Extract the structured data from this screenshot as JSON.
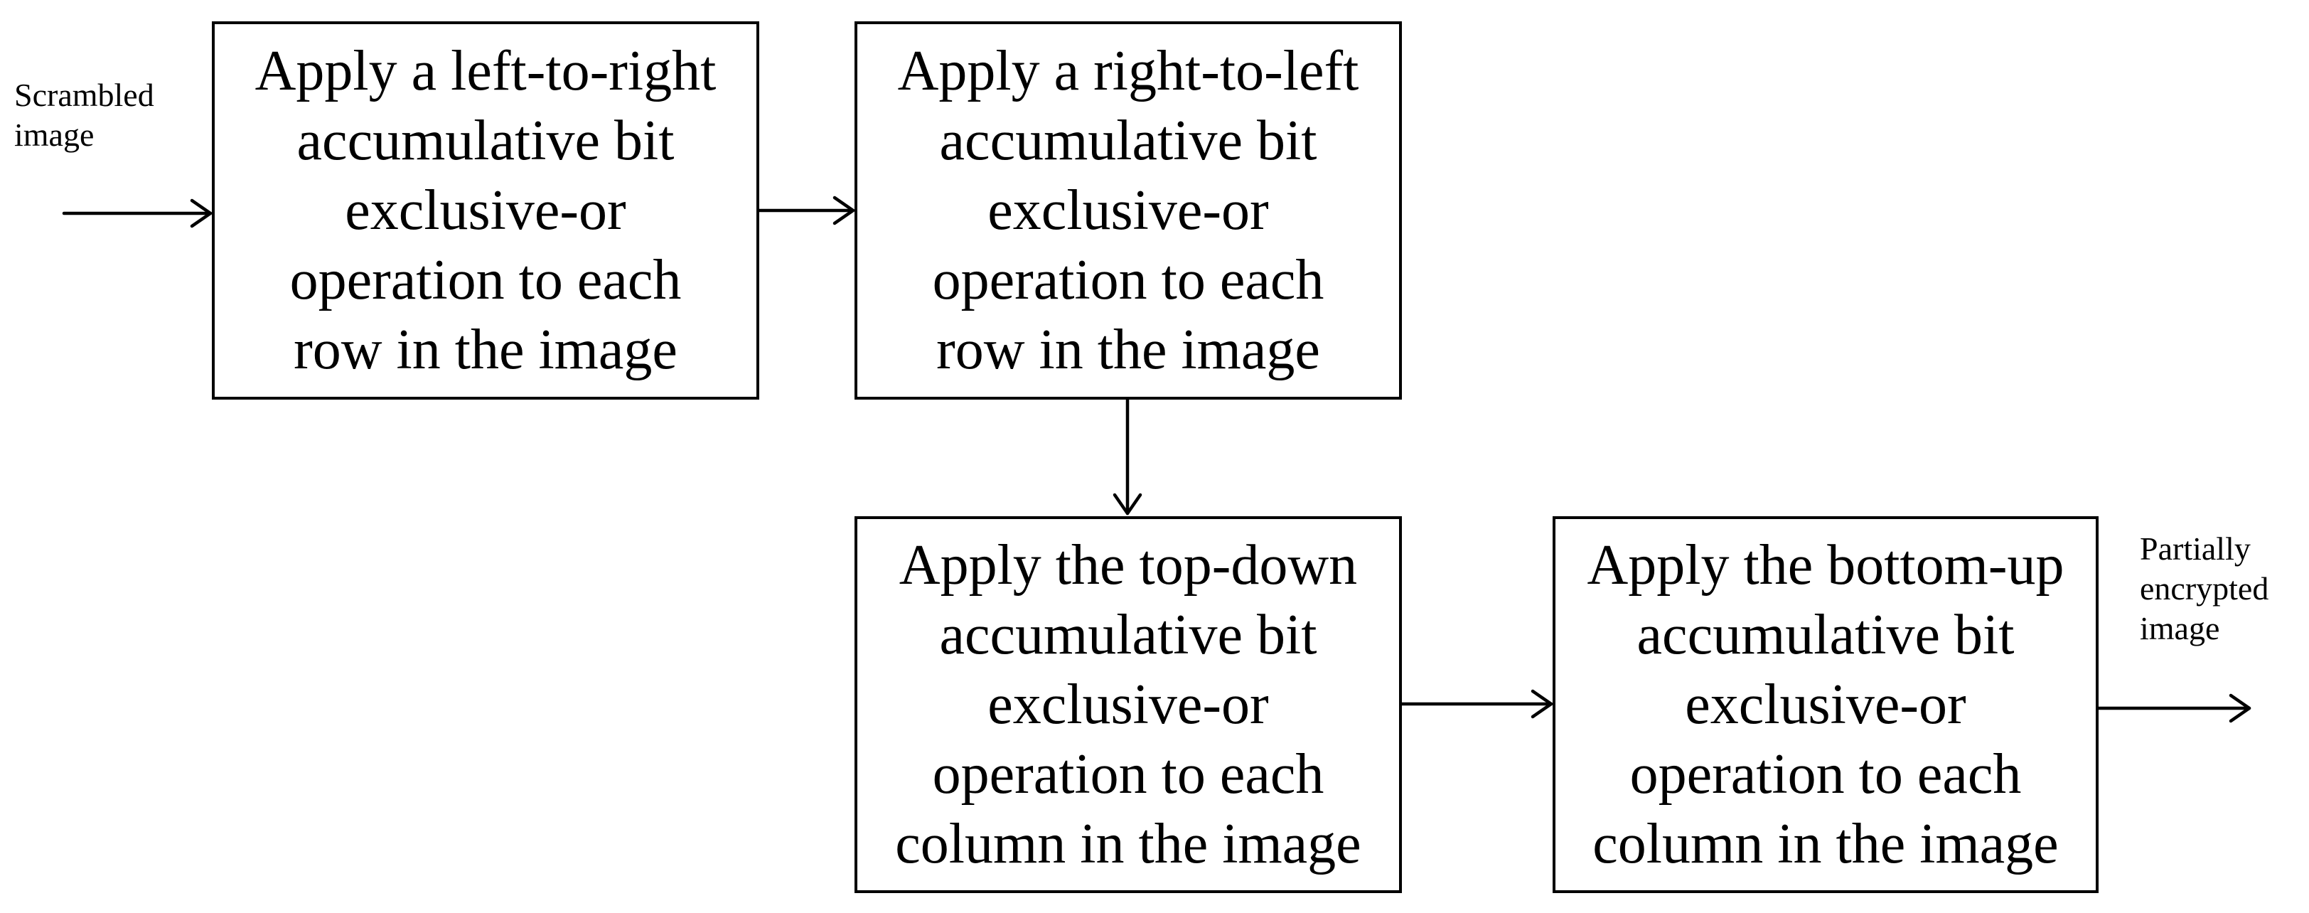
{
  "diagram": {
    "input_label": "Scrambled\nimage",
    "output_label": "Partially\nencrypted\nimage",
    "steps": [
      {
        "text": "Apply a left-to-right\naccumulative bit\nexclusive-or\noperation to each\nrow in the image"
      },
      {
        "text": "Apply a right-to-left\naccumulative bit\nexclusive-or\noperation to each\nrow in the image"
      },
      {
        "text": "Apply the top-down\naccumulative bit\nexclusive-or\noperation to each\ncolumn in the image"
      },
      {
        "text": "Apply the bottom-up\naccumulative bit\nexclusive-or\noperation to each\ncolumn in the image"
      }
    ],
    "flow": [
      {
        "from": "input",
        "to": "step-1"
      },
      {
        "from": "step-1",
        "to": "step-2"
      },
      {
        "from": "step-2",
        "to": "step-3"
      },
      {
        "from": "step-3",
        "to": "step-4"
      },
      {
        "from": "step-4",
        "to": "output"
      }
    ]
  }
}
